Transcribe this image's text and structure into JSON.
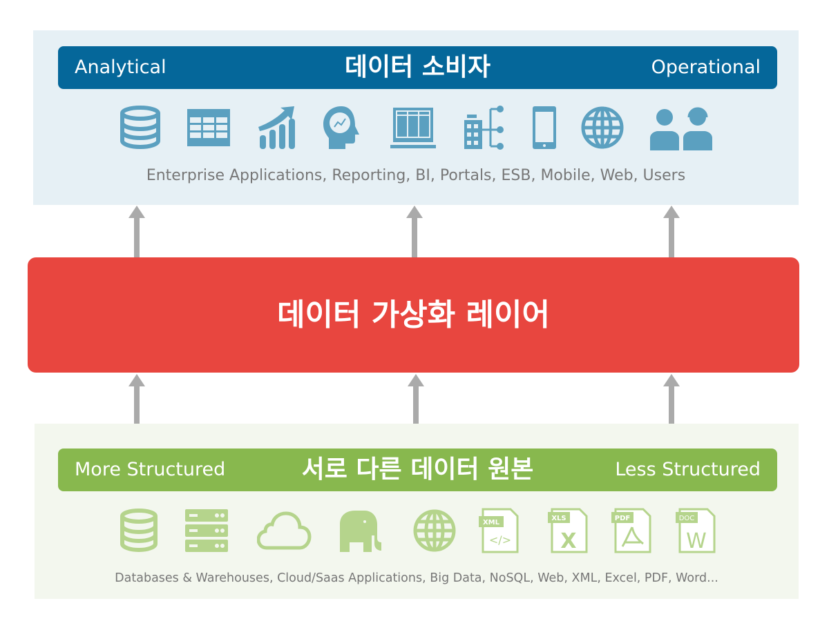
{
  "consumers": {
    "left": "Analytical",
    "title": "데이터 소비자",
    "right": "Operational",
    "caption": "Enterprise Applications, Reporting, BI, Portals, ESB, Mobile, Web, Users",
    "icons": [
      "database-icon",
      "table-icon",
      "growth-chart-icon",
      "head-analytics-icon",
      "dashboard-icon",
      "building-network-icon",
      "mobile-icon",
      "globe-icon",
      "users-icon"
    ],
    "color": "#05679a"
  },
  "layer": {
    "title": "데이터 가상화 레이어",
    "color": "#e8463f"
  },
  "sources": {
    "left": "More Structured",
    "title": "서로 다른 데이터 원본",
    "right": "Less Structured",
    "caption": "Databases & Warehouses, Cloud/Saas Applications, Big Data, NoSQL, Web, XML, Excel, PDF, Word...",
    "icons": [
      "database-icon",
      "server-icon",
      "cloud-icon",
      "elephant-icon",
      "globe-icon",
      "xml-file-icon",
      "xls-file-icon",
      "pdf-file-icon",
      "doc-file-icon"
    ],
    "file_labels": {
      "xml": "XML",
      "xls": "XLS",
      "pdf": "PDF",
      "doc": "DOC",
      "x": "X",
      "w": "W",
      "code": "</>"
    },
    "color": "#88b84e"
  }
}
